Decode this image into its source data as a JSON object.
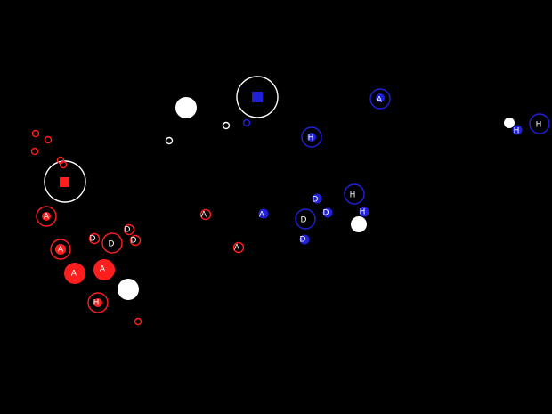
{
  "colors": {
    "background": "#000000",
    "red_team": "#ff1e1e",
    "blue_team": "#2020d8",
    "neutral": "#ffffff"
  },
  "units": {
    "red_spawn": {
      "kind": "square",
      "label": ""
    },
    "blue_spawn": {
      "kind": "square",
      "label": ""
    },
    "labels": {
      "a": "A",
      "d": "D",
      "h": "H"
    }
  }
}
